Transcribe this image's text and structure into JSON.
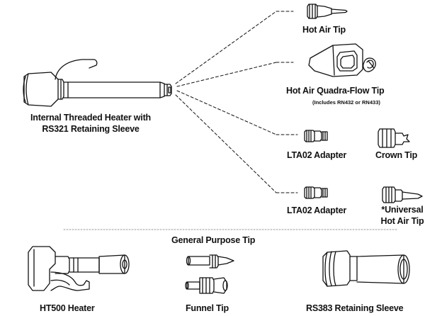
{
  "labels": {
    "heater": [
      "Internal Threaded Heater with",
      "RS321 Retaining Sleeve"
    ],
    "hot_air_tip": "Hot Air Tip",
    "quadra_flow": "Hot Air Quadra-Flow Tip",
    "quadra_note": "(Includes RN432 or RN433)",
    "lta02_a": "LTA02 Adapter",
    "crown_tip": "Crown Tip",
    "lta02_b": "LTA02 Adapter",
    "universal": [
      "*Universal",
      "Hot Air Tip"
    ],
    "general_purpose": "General Purpose Tip",
    "ht500": "HT500 Heater",
    "funnel": "Funnel Tip",
    "rs383": "RS383 Retaining Sleeve"
  },
  "colors": {
    "stroke": "#111111",
    "divider": "#9a9a9a"
  }
}
